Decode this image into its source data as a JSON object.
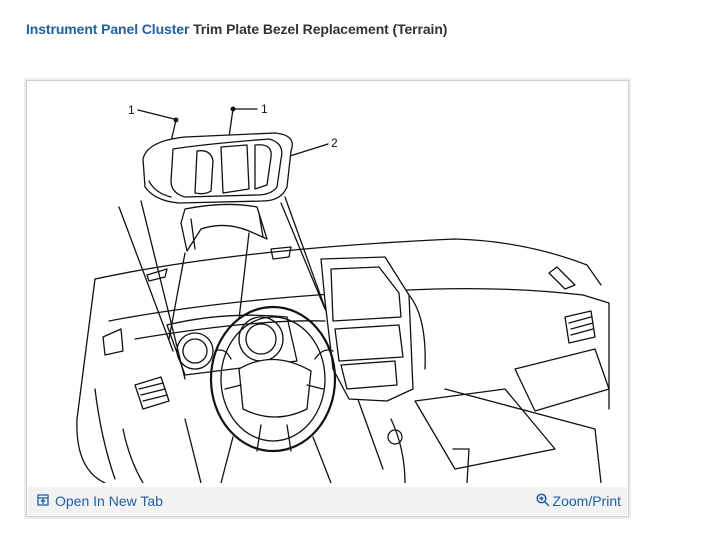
{
  "header": {
    "link_label": "Instrument Panel Cluster",
    "title_rest": "Trim Plate Bezel Replacement (Terrain)"
  },
  "figure": {
    "callouts": [
      "1",
      "1",
      "2"
    ]
  },
  "footer": {
    "open_label": "Open In New Tab",
    "open_icon": "open-in-new-tab-icon",
    "zoom_label": "Zoom/Print",
    "zoom_icon": "zoom-magnifier-icon"
  },
  "colors": {
    "link": "#1f5fa8",
    "title_text": "#333333",
    "footer_bg": "#f2f2f2",
    "card_border": "#cfcfcf"
  }
}
